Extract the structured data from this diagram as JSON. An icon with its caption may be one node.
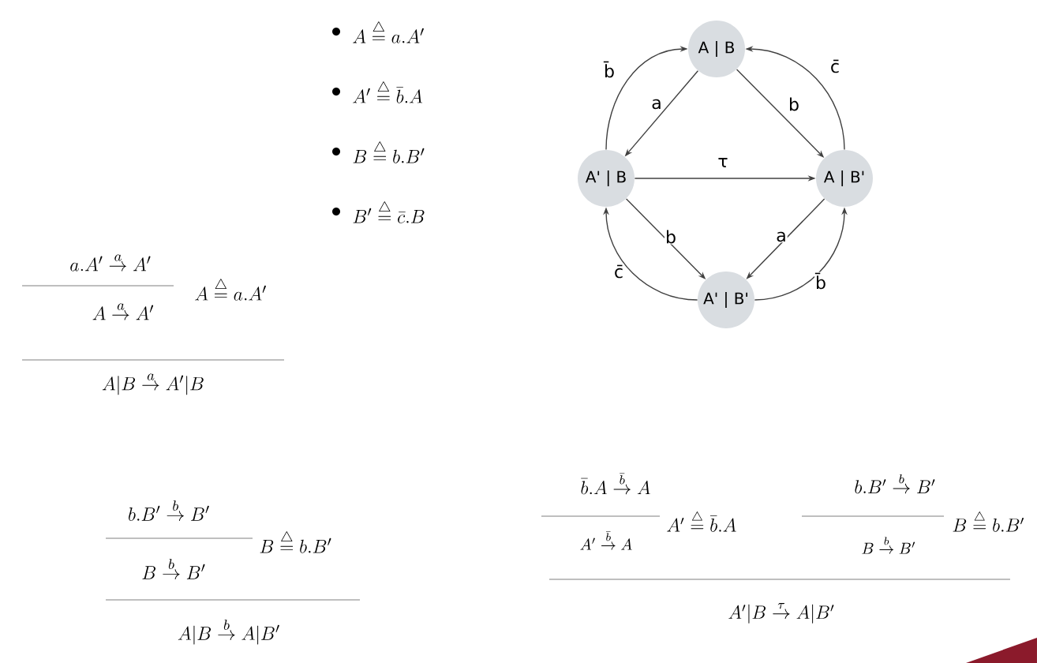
{
  "diagram": {
    "nodes": [
      {
        "text": [
          "A | B"
        ]
      },
      {
        "text": [
          "A' | B"
        ]
      },
      {
        "text": [
          "A | B'"
        ]
      },
      {
        "text": [
          "A' | B'"
        ]
      }
    ],
    "edges": [
      {
        "from": 0,
        "to": 1,
        "arrow": "to",
        "label": "a"
      },
      {
        "from": 0,
        "to": 2,
        "arrow": "to",
        "label": "b"
      },
      {
        "from": 1,
        "to": 0,
        "arrow": "to",
        "label": "b̄"
      },
      {
        "from": 2,
        "to": 0,
        "arrow": "to",
        "label": "c̄"
      },
      {
        "from": 1,
        "to": 2,
        "arrow": "to",
        "label": "τ"
      },
      {
        "from": 1,
        "to": 3,
        "arrow": "to",
        "label": "b"
      },
      {
        "from": 2,
        "to": 3,
        "arrow": "to",
        "label": "a"
      },
      {
        "from": 3,
        "to": 1,
        "arrow": "to",
        "label": "c̄"
      },
      {
        "from": 3,
        "to": 2,
        "arrow": "to",
        "label": "b̄"
      }
    ],
    "labels": [
      "A \\stackrel{\\triangle}{=} a.A'",
      "A' \\stackrel{\\triangle}{=} \\bar{b}.A",
      "B \\stackrel{\\triangle}{=} b.B'",
      "B' \\stackrel{\\triangle}{=} \\bar{c}.B",
      "a.A' \\stackrel{a}{\\rightarrow} A'",
      "A\\stackrel{\\triangle}{=}a.A'",
      "A \\stackrel{a}{\\rightarrow} A'",
      "A|B \\stackrel{a}{\\rightarrow} A'|B",
      "b.B' \\stackrel{b}{\\rightarrow} B'",
      "B\\stackrel{\\triangle}{=}b.B'",
      "B \\stackrel{b}{\\rightarrow} B'",
      "A|B \\stackrel{b}{\\rightarrow} A|B'",
      "\\bar{b}.A \\stackrel{\\bar{b}}{\\rightarrow} A",
      "A'\\stackrel{\\triangle}{=}\\bar{b}.A",
      "A' \\stackrel{\\bar{b}}{\\rightarrow} A",
      "b.B' \\stackrel{b}{\\rightarrow} B'",
      "B\\stackrel{\\triangle}{=}b.B'",
      "B \\stackrel{b}{\\rightarrow} B'",
      "A'|B \\stackrel{\\tau}{\\rightarrow} A|B'"
    ]
  }
}
